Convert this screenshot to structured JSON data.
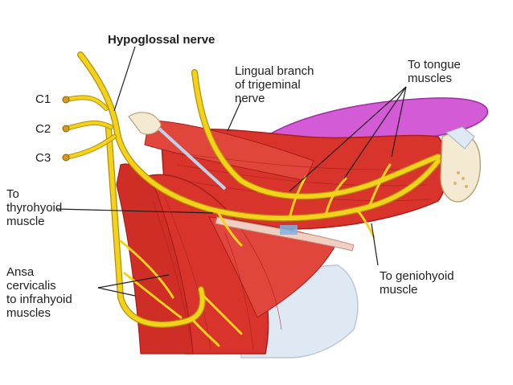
{
  "colors": {
    "muscle": "#d8342c",
    "muscle_dark": "#a81e1a",
    "muscle_light": "#ef6a5c",
    "nerve": "#f3d21c",
    "nerve_outline": "#b58f06",
    "tongue": "#d35bd6",
    "cartilage": "#dfe9f3",
    "bone": "#f4ead2",
    "hyoid_band": "#f0cfc3",
    "text": "#1e1e1e"
  },
  "labels": {
    "hypoglossal": "Hypoglossal nerve",
    "lingual": [
      "Lingual branch",
      "of trigeminal",
      "nerve"
    ],
    "tongue_muscles": [
      "To tongue",
      "muscles"
    ],
    "c1": "C1",
    "c2": "C2",
    "c3": "C3",
    "thyrohyoid": [
      "To",
      "thyrohyoid",
      "muscle"
    ],
    "ansa": [
      "Ansa",
      "cervicalis",
      "to infrahyoid",
      "muscles"
    ],
    "geniohyoid": [
      "To geniohyoid",
      "muscle"
    ]
  }
}
